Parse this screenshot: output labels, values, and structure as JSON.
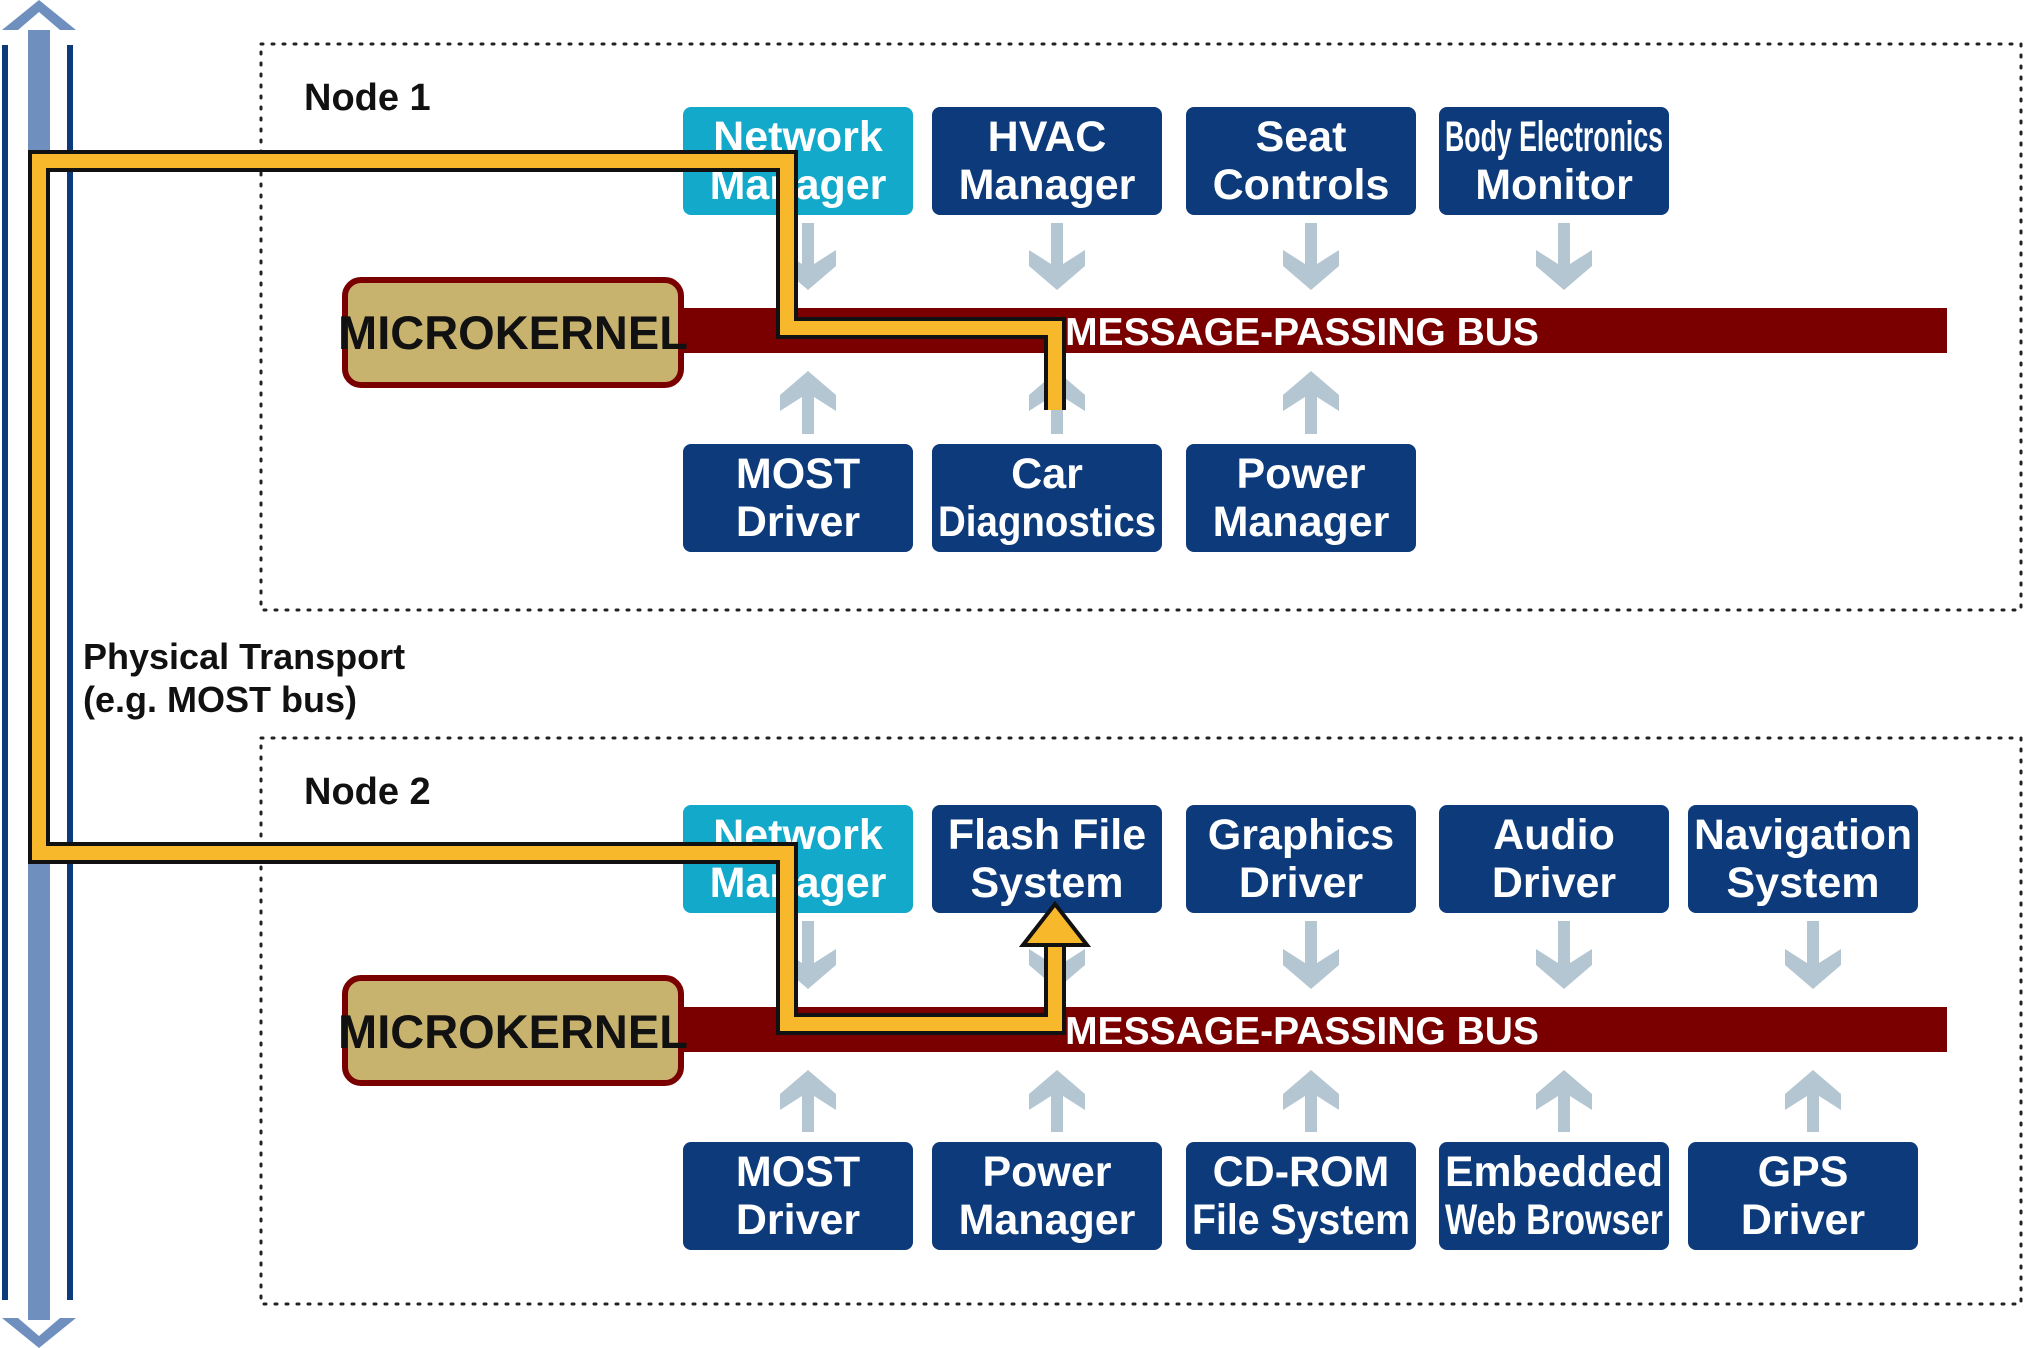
{
  "transport": {
    "line1": "Physical Transport",
    "line2": "(e.g. MOST bus)"
  },
  "node1": {
    "label": "Node 1",
    "kernel": "MICROKERNEL",
    "bus": "MESSAGE-PASSING BUS",
    "top": [
      {
        "lines": [
          "Network",
          "Manager"
        ],
        "style": "light"
      },
      {
        "lines": [
          "HVAC",
          "Manager"
        ],
        "style": "dark"
      },
      {
        "lines": [
          "Seat",
          "Controls"
        ],
        "style": "dark"
      },
      {
        "lines": [
          "Body Electronics",
          "Monitor"
        ],
        "style": "dark"
      }
    ],
    "bottom": [
      {
        "lines": [
          "MOST",
          "Driver"
        ],
        "style": "dark"
      },
      {
        "lines": [
          "Car",
          "Diagnostics"
        ],
        "style": "dark"
      },
      {
        "lines": [
          "Power",
          "Manager"
        ],
        "style": "dark"
      }
    ]
  },
  "node2": {
    "label": "Node 2",
    "kernel": "MICROKERNEL",
    "bus": "MESSAGE-PASSING BUS",
    "top": [
      {
        "lines": [
          "Network",
          "Manager"
        ],
        "style": "light"
      },
      {
        "lines": [
          "Flash File",
          "System"
        ],
        "style": "dark"
      },
      {
        "lines": [
          "Graphics",
          "Driver"
        ],
        "style": "dark"
      },
      {
        "lines": [
          "Audio",
          "Driver"
        ],
        "style": "dark"
      },
      {
        "lines": [
          "Navigation",
          "System"
        ],
        "style": "dark"
      }
    ],
    "bottom": [
      {
        "lines": [
          "MOST",
          "Driver"
        ],
        "style": "dark"
      },
      {
        "lines": [
          "Power",
          "Manager"
        ],
        "style": "dark"
      },
      {
        "lines": [
          "CD-ROM",
          "File System"
        ],
        "style": "dark"
      },
      {
        "lines": [
          "Embedded",
          "Web Browser"
        ],
        "style": "dark"
      },
      {
        "lines": [
          "GPS",
          "Driver"
        ],
        "style": "dark"
      }
    ]
  },
  "colors": {
    "dark_box": "#0c3a7a",
    "light_box": "#12a9cb",
    "bus": "#7a0000",
    "kernel_fill": "#c8b36e",
    "kernel_border": "#7a0000",
    "arrow": "#b4c6d2",
    "route": "#f7b82b",
    "transport": "#6f8fbf",
    "transport_edge": "#0c3a7a",
    "node_border": "#222222"
  }
}
